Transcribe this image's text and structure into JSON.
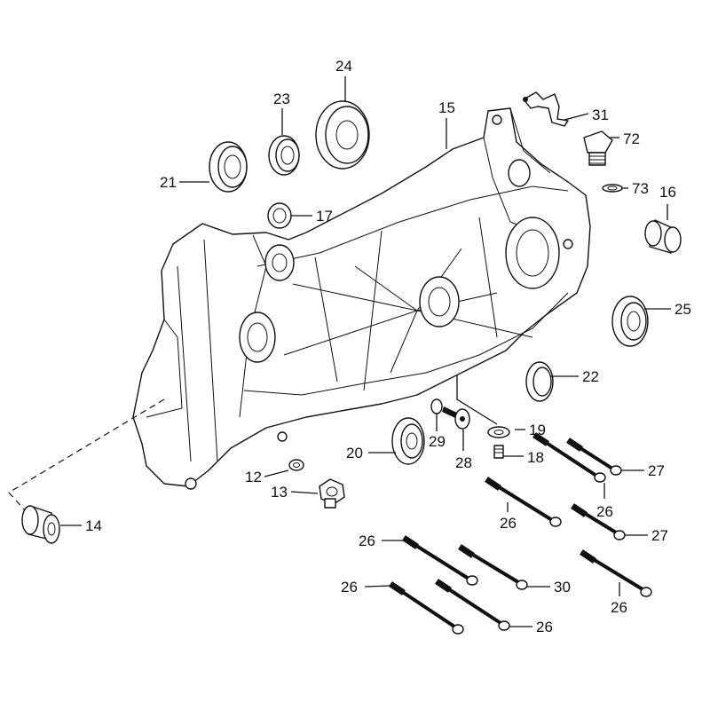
{
  "diagram": {
    "labels": {
      "p12": "12",
      "p13": "13",
      "p14": "14",
      "p15": "15",
      "p16": "16",
      "p17": "17",
      "p18": "18",
      "p19": "19",
      "p20": "20",
      "p21": "21",
      "p22": "22",
      "p23": "23",
      "p24": "24",
      "p25": "25",
      "p26a": "26",
      "p26b": "26",
      "p26c": "26",
      "p26d": "26",
      "p26e": "26",
      "p26f": "26",
      "p27a": "27",
      "p27b": "27",
      "p28": "28",
      "p29": "29",
      "p30": "30",
      "p31": "31",
      "p72": "72",
      "p73": "73"
    }
  }
}
